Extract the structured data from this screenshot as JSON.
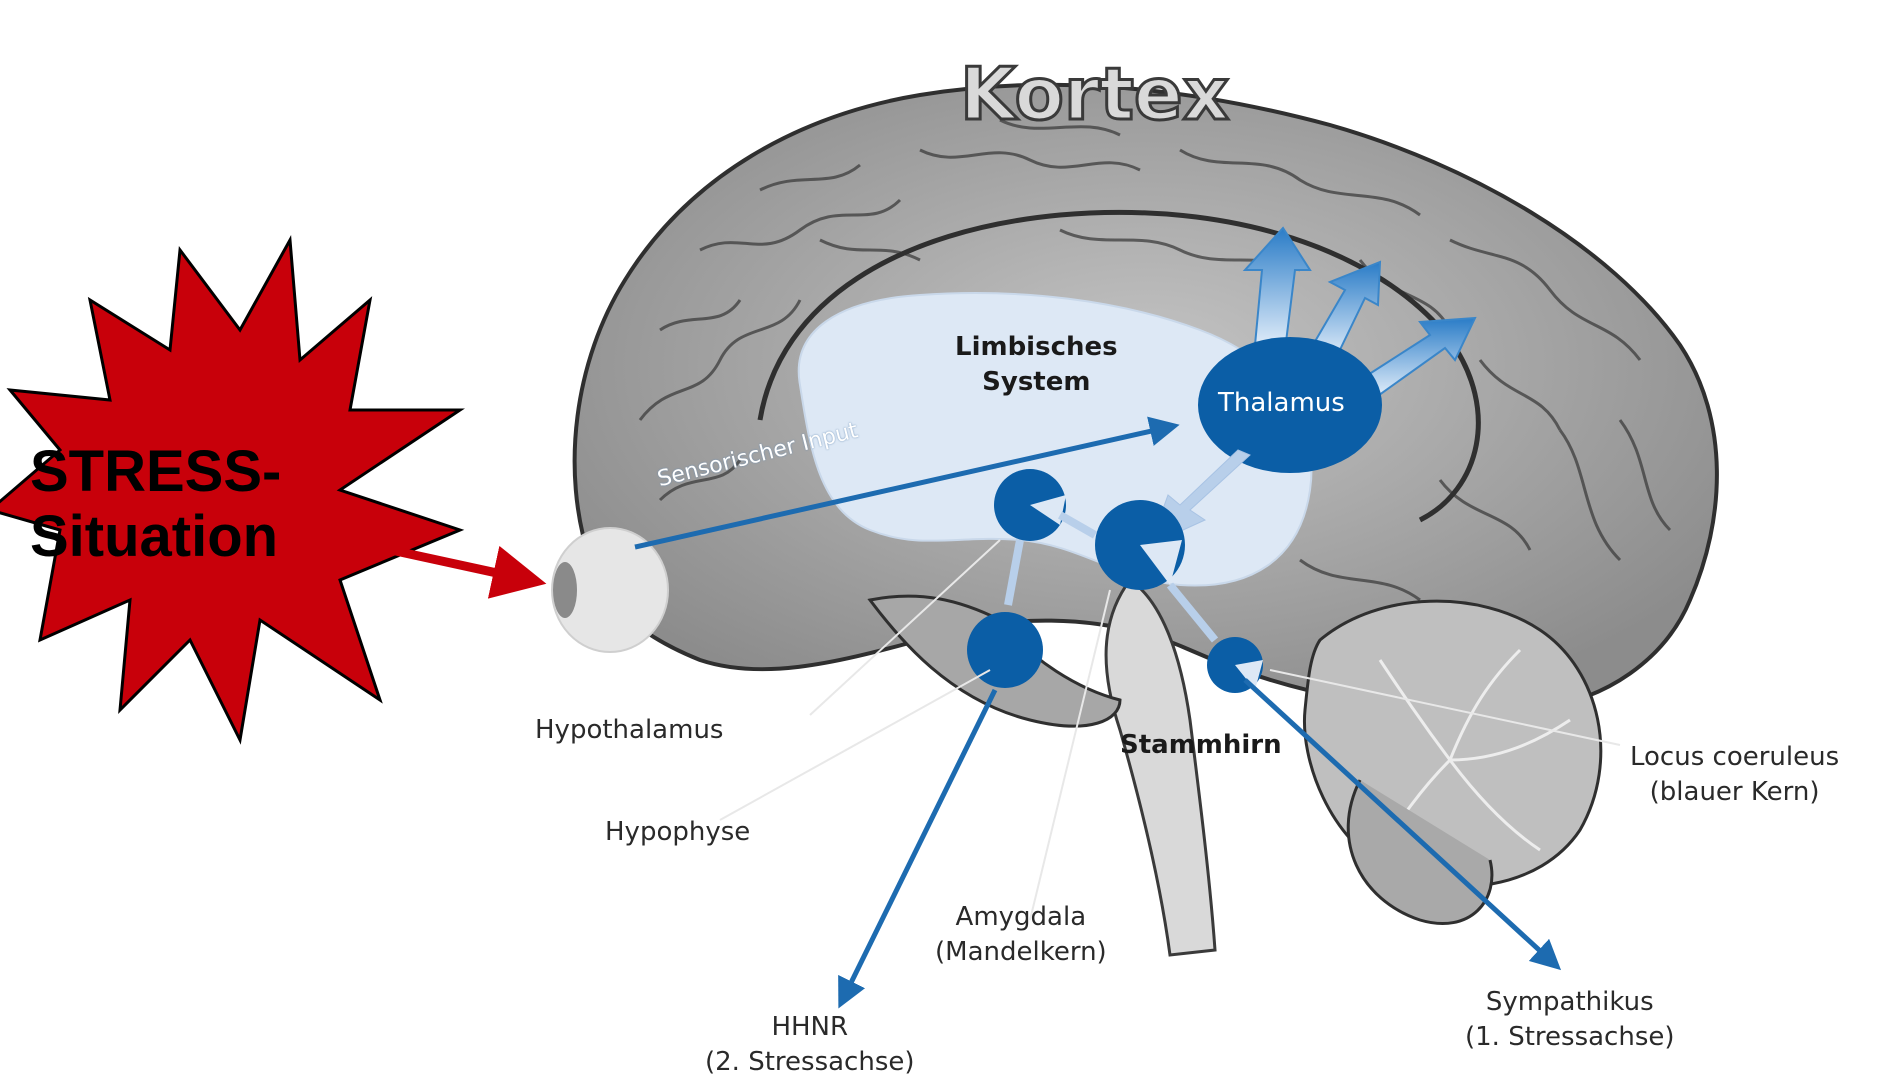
{
  "title": "Kortex",
  "stress": {
    "line1": "STRESS-",
    "line2": "Situation"
  },
  "labels": {
    "limbic_line1": "Limbisches",
    "limbic_line2": "System",
    "thalamus": "Thalamus",
    "sensory_input": "Sensorischer Input",
    "hypothalamus": "Hypothalamus",
    "hypophyse": "Hypophyse",
    "amygdala_line1": "Amygdala",
    "amygdala_line2": "(Mandelkern)",
    "hhnr_line1": "HHNR",
    "hhnr_line2": "(2. Stressachse)",
    "stammhirn": "Stammhirn",
    "locus_line1": "Locus coeruleus",
    "locus_line2": "(blauer Kern)",
    "sympathikus_line1": "Sympathikus",
    "sympathikus_line2": "(1. Stressachse)"
  },
  "colors": {
    "node_blue": "#0b5ea6",
    "limbic_fill": "#dde8f5",
    "arrow_blue": "#1d6bb0",
    "stress_red": "#c8000a",
    "brain_grey": "#9a9a9a"
  }
}
